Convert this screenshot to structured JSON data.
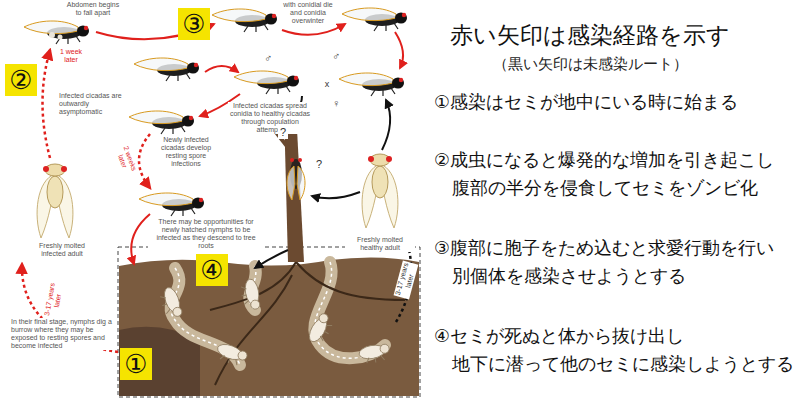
{
  "diagram": {
    "title": "赤い矢印は感染経路を示す",
    "nodes": [
      {
        "text": [
          "③"
        ]
      },
      {
        "text": [
          "②"
        ]
      },
      {
        "text": [
          "④"
        ]
      },
      {
        "text": [
          "①"
        ]
      }
    ],
    "labels": [
      "Abdomen begins to fall apart",
      "with conidial die and conidia overwinter",
      "1 week later",
      "Infected cicadas are outwardly asymptomatic",
      "♂",
      "♂",
      "x",
      "♀",
      "Infected cicadas spread conidia to healthy cicadas through copulation attempts",
      "2 weeks later",
      "Newly infected cicadas develop resting spore infections",
      "?",
      "?",
      "There may be opportunities for newly hatched nymphs to be infected as they descend to tree roots",
      "Freshly molted infected adult",
      "3-17 years later",
      "3-17 years later",
      "Freshly molted healthy adult",
      "In their final stage, nymphs dig a burrow where they may be exposed to resting spores and become infected",
      "（黒い矢印は未感染ルート）",
      "①感染はセミが地中にいる時に始まる",
      "②成虫になると爆発的な増加を引き起こし 腹部の半分を侵食してセミをゾンビ化",
      "③腹部に胞子をため込むと求愛行動を行い 別個体を感染させようとする",
      "④セミが死ぬと体から抜け出し 地下に潜って他のセミに感染しようとする"
    ]
  }
}
